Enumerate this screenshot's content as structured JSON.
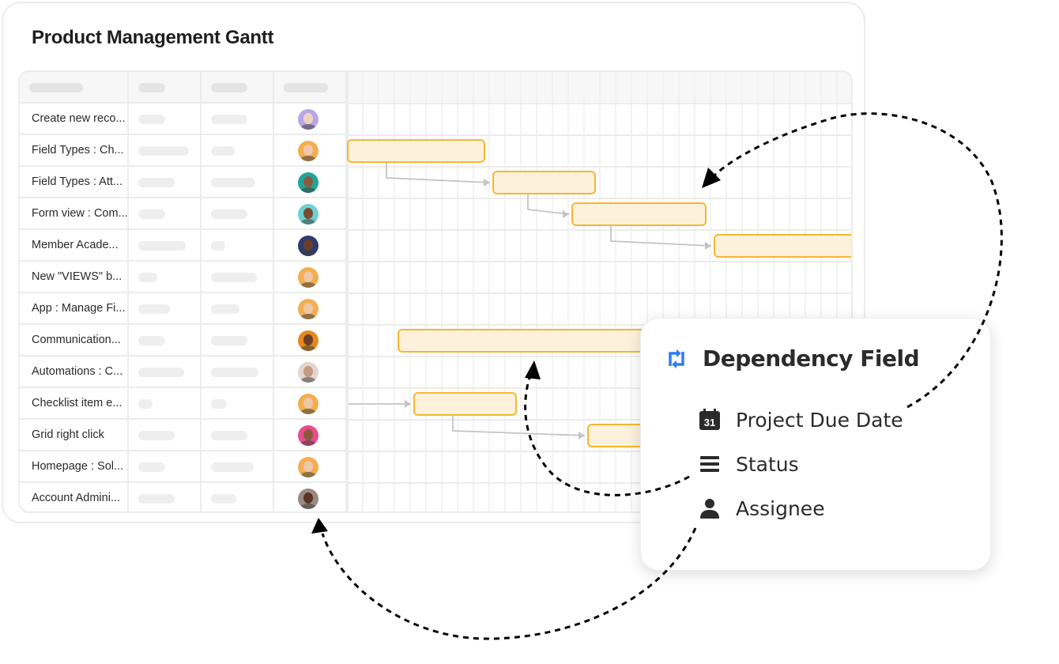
{
  "title": "Product Management Gantt",
  "rows": [
    {
      "name": "Create new reco...",
      "avatar": "#b9a6e8",
      "skin": "#f1d4bd"
    },
    {
      "name": "Field Types : Ch...",
      "avatar": "#f4ae4f",
      "skin": "#f0c8a8"
    },
    {
      "name": "Field Types : Att...",
      "avatar": "#1fa59b",
      "skin": "#8a5a3c"
    },
    {
      "name": "Form view : Com...",
      "avatar": "#6fd0d3",
      "skin": "#7a4b30"
    },
    {
      "name": "Member Acade...",
      "avatar": "#2d3a6b",
      "skin": "#6a3f2a"
    },
    {
      "name": "New \"VIEWS\" b...",
      "avatar": "#f4ae4f",
      "skin": "#f0c8a8"
    },
    {
      "name": "App : Manage Fi...",
      "avatar": "#f4ae4f",
      "skin": "#f0c8a8"
    },
    {
      "name": "Communication...",
      "avatar": "#e48a1c",
      "skin": "#6a3f2a"
    },
    {
      "name": "Automations : C...",
      "avatar": "#e2d6cf",
      "skin": "#c59a80"
    },
    {
      "name": "Checklist item e...",
      "avatar": "#f4ae4f",
      "skin": "#f0c8a8"
    },
    {
      "name": "Grid right click",
      "avatar": "#e54d8c",
      "skin": "#8a5a3c"
    },
    {
      "name": "Homepage : Sol...",
      "avatar": "#f4ae4f",
      "skin": "#f0c8a8"
    },
    {
      "name": "Account Admini...",
      "avatar": "#9a8a84",
      "skin": "#5a3522"
    }
  ],
  "bars": [
    {
      "row": 1,
      "start": 0,
      "end": 8.65
    },
    {
      "row": 2,
      "start": 9.2,
      "end": 15.65,
      "dependsOn": 0
    },
    {
      "row": 3,
      "start": 14.2,
      "end": 22.65,
      "dependsOn": 1
    },
    {
      "row": 4,
      "start": 23.2,
      "end": 32.2,
      "dependsOn": 2
    },
    {
      "row": 7,
      "start": 3.2,
      "end": 19.5
    },
    {
      "row": 9,
      "start": 4.2,
      "end": 10.65,
      "dependsOn": "external"
    },
    {
      "row": 10,
      "start": 15.2,
      "end": 19.5,
      "dependsOn": 5
    }
  ],
  "colors": {
    "bar_fill": "#fdf1dc",
    "bar_border": "#f5b731",
    "accent": "#2f7cf6",
    "arrow": "#c4c4c4"
  },
  "popup": {
    "title": "Dependency Field",
    "icon": "dependency-icon",
    "items": [
      {
        "label": "Project Due Date",
        "icon": "calendar-icon",
        "calendar_day": "31"
      },
      {
        "label": "Status",
        "icon": "list-icon"
      },
      {
        "label": "Assignee",
        "icon": "person-icon"
      }
    ]
  }
}
